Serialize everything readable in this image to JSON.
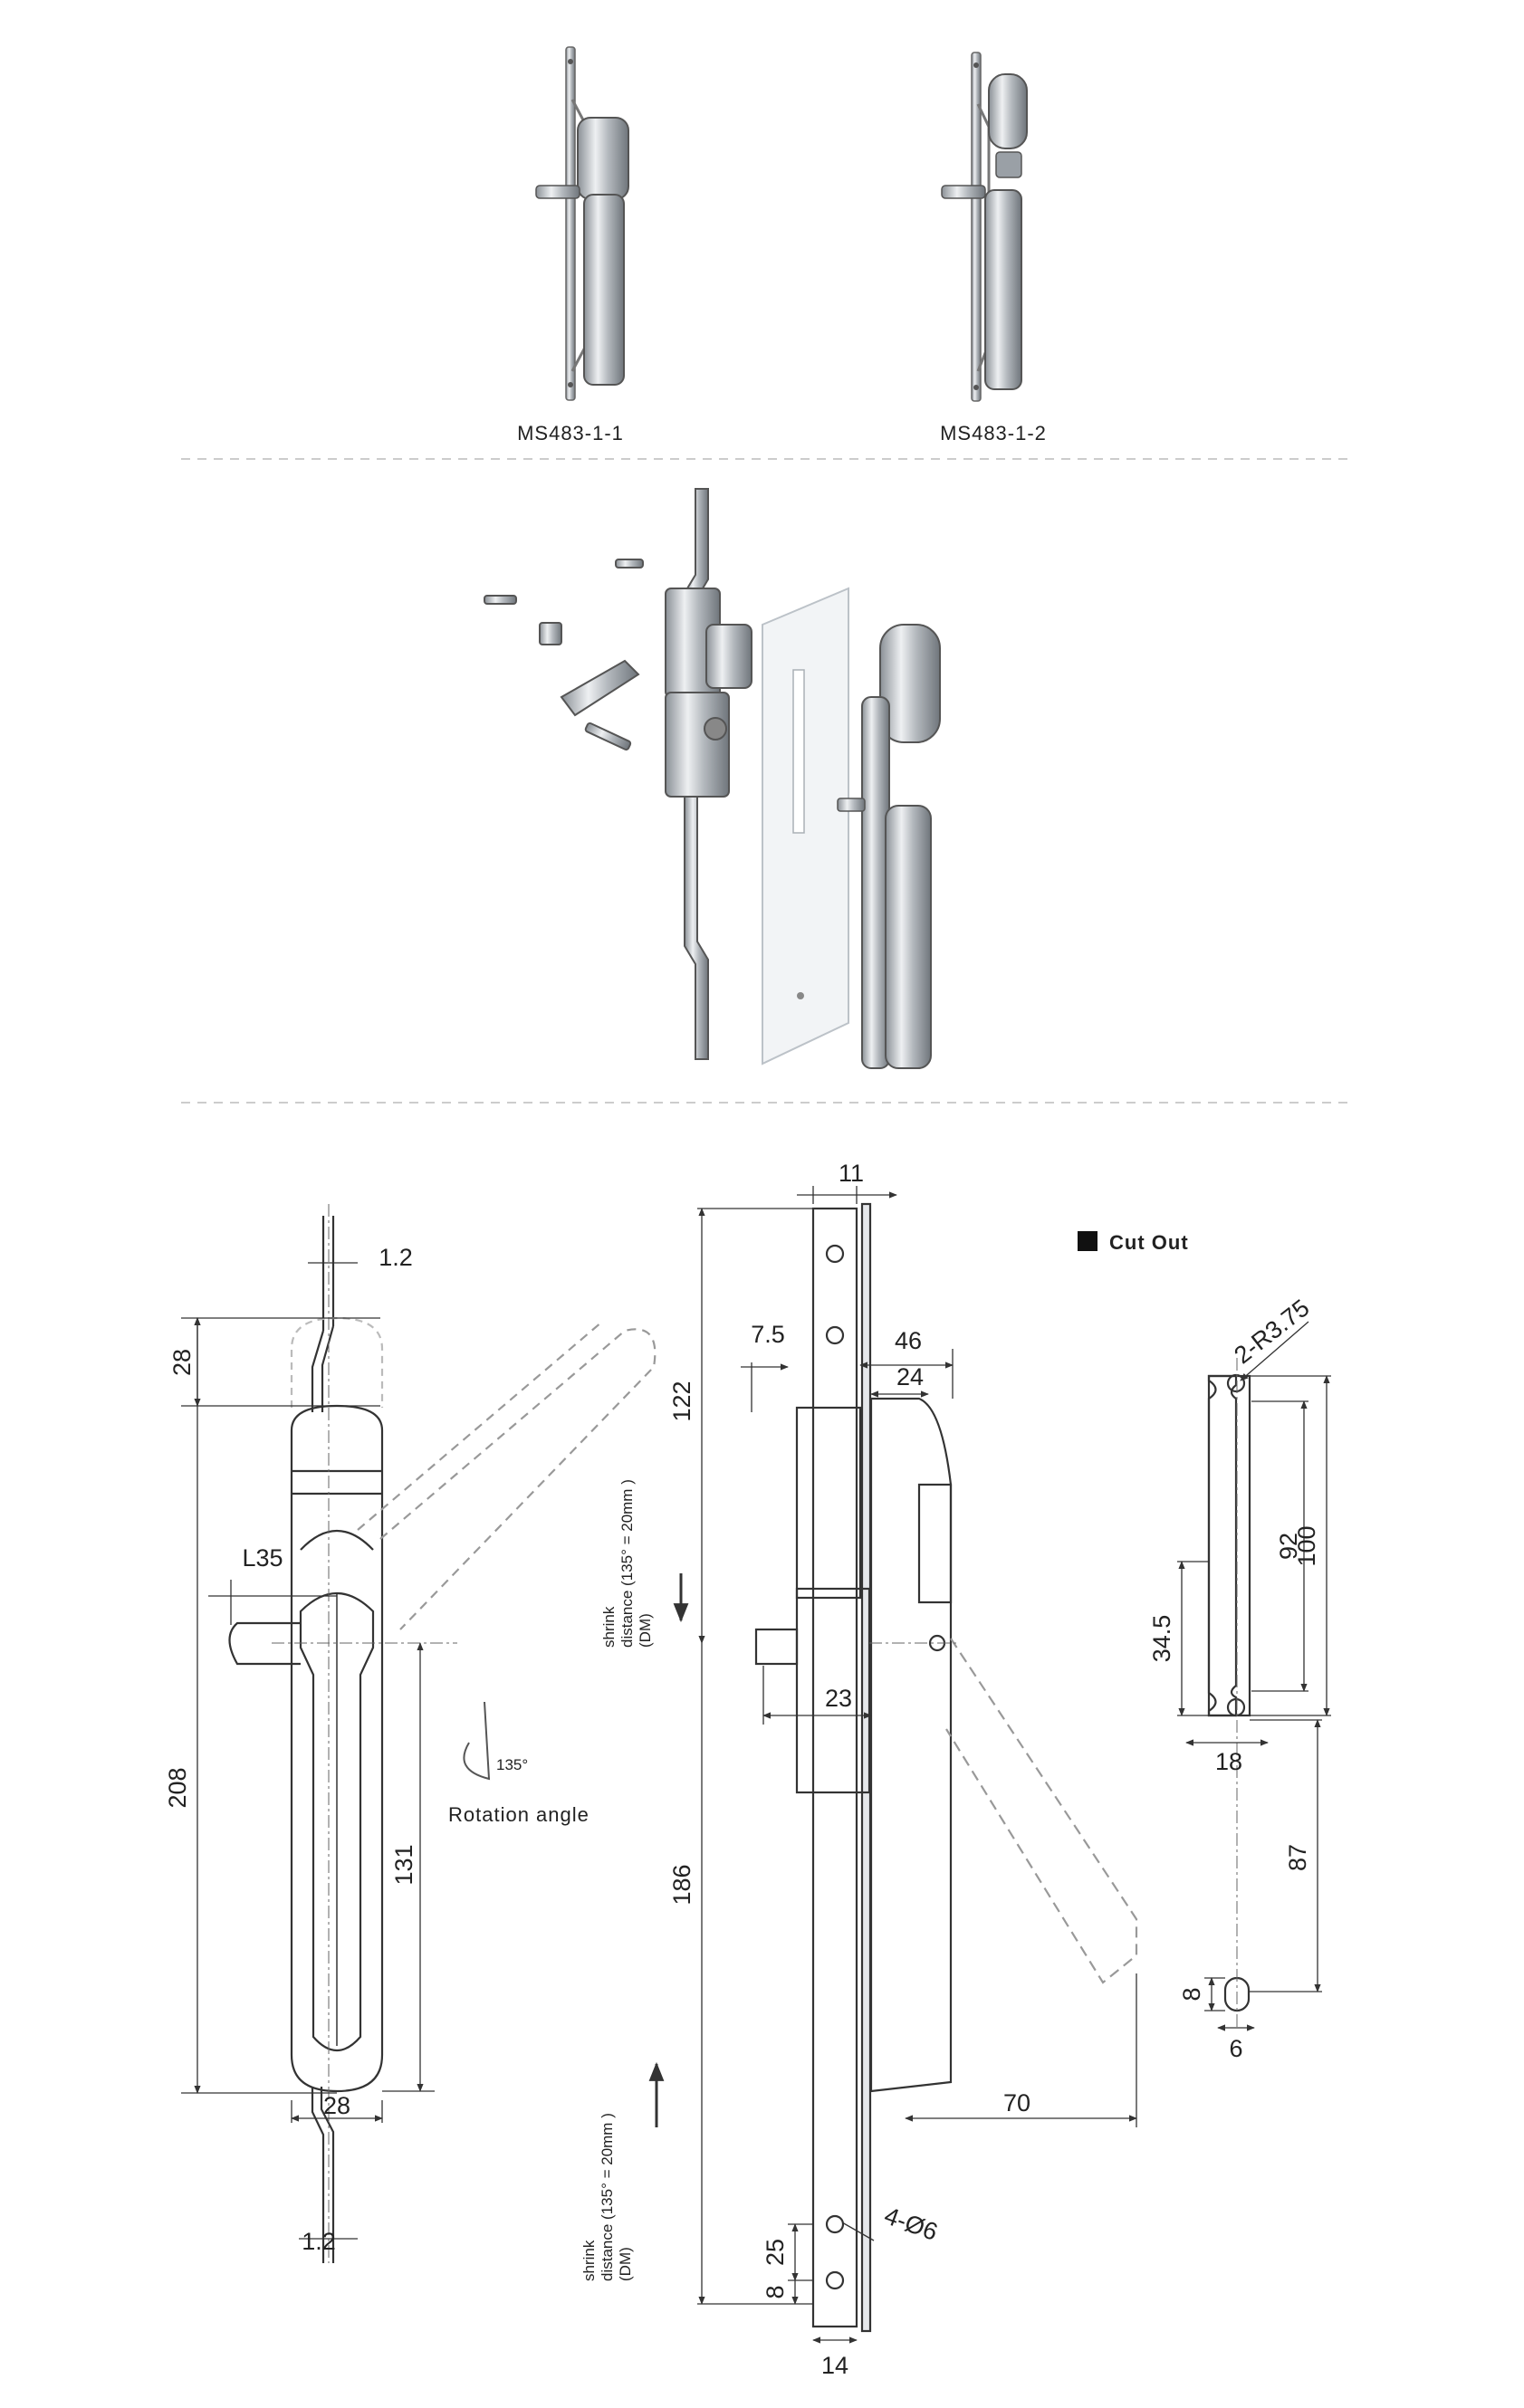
{
  "products": [
    {
      "model": "MS483-1-1"
    },
    {
      "model": "MS483-1-2"
    }
  ],
  "legend": {
    "cut_out": "Cut Out"
  },
  "front_view": {
    "rotation_label": "Rotation angle",
    "rotation_value": "135°",
    "dims": {
      "top_thickness": "1.2",
      "top_offset": "28",
      "handle_length": "L35",
      "overall_height": "208",
      "inner_height": "131",
      "bottom_width": "28",
      "bottom_thickness": "1.2"
    }
  },
  "side_view": {
    "shrink_upper": {
      "line1": "shrink",
      "line2": "distance (135° = 20mm )",
      "line3": "(DM)"
    },
    "shrink_lower": {
      "line1": "shrink",
      "line2": "distance (135° = 20mm )",
      "line3": "(DM)"
    },
    "dims": {
      "top_width": "11",
      "upper_offset": "7.5",
      "depth_total": "46",
      "depth_inner": "24",
      "upper_height": "122",
      "cam_width": "23",
      "lower_height": "186",
      "handle_reach": "70",
      "holes": "4-Ø6",
      "hole_pitch": "25",
      "bottom_offset": "8",
      "bottom_width": "14"
    }
  },
  "cutout_view": {
    "dims": {
      "radius": "2-R3.75",
      "inner": "92",
      "outer": "100",
      "offset": "34.5",
      "width": "18",
      "spacing": "87",
      "slot_height": "8",
      "slot_width": "6"
    }
  },
  "colors": {
    "line": "#333333",
    "dashed": "#999999",
    "metal": "#c8ccd0",
    "metal_dark": "#8a9096",
    "separator": "#cccccc"
  }
}
